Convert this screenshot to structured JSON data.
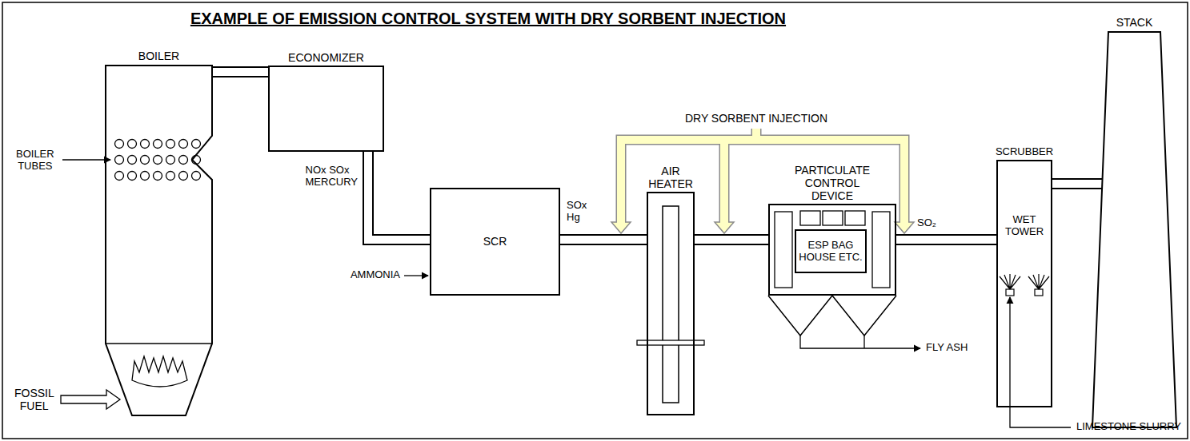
{
  "diagram": {
    "title": "EXAMPLE OF EMISSION CONTROL SYSTEM WITH DRY SORBENT INJECTION",
    "nodes": [
      {
        "text": [
          "BOILER"
        ]
      },
      {
        "text": [
          "ECONOMIZER"
        ]
      },
      {
        "text": [
          "SCR"
        ]
      },
      {
        "text": [
          "AIR HEATER"
        ]
      },
      {
        "text": [
          "PARTICULATE CONTROL DEVICE"
        ]
      },
      {
        "text": [
          "ESP BAG HOUSE ETC."
        ],
        "in": 4
      },
      {
        "text": [
          "SCRUBBER",
          "WET TOWER"
        ]
      },
      {
        "text": [
          "STACK"
        ]
      }
    ],
    "edges": [
      {
        "from": 0,
        "to": 1,
        "arrow": "none"
      },
      {
        "from": 1,
        "to": 2,
        "arrow": "none",
        "label": "NOx SOx MERCURY"
      },
      {
        "from": 2,
        "to": 3,
        "arrow": "none",
        "label": "SOx Hg"
      },
      {
        "from": 3,
        "to": 4,
        "arrow": "none"
      },
      {
        "from": 4,
        "to": 6,
        "arrow": "none",
        "label": "SO₂"
      },
      {
        "from": 6,
        "to": 7,
        "arrow": "none"
      }
    ],
    "labels": [
      "DRY SORBENT INJECTION",
      "BOILER TUBES",
      "FOSSIL FUEL",
      "AMMONIA",
      "FLY ASH",
      "LIMESTONE SLURRY"
    ]
  }
}
